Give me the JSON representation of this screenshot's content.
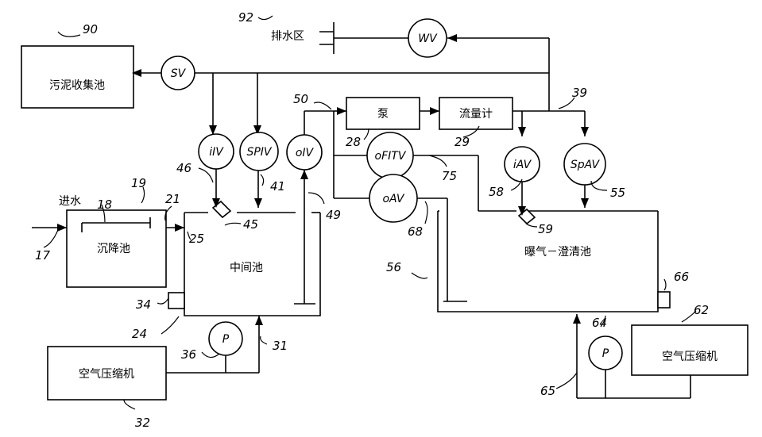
{
  "components": {
    "sludge_tank": "污泥收集池",
    "settling_tank": "沉降池",
    "intermediate_tank": "中间池",
    "aeration_tank": "曝气－澄清池",
    "compressor_left": "空气压缩机",
    "compressor_right": "空气压缩机",
    "pump": "泵",
    "flowmeter": "流量计",
    "inlet": "进水",
    "drain": "排水区"
  },
  "valves": {
    "sv": "SV",
    "wv": "WV",
    "iiv": "iIV",
    "spiv": "SPIV",
    "oiv": "oIV",
    "ofitv": "oFITV",
    "oav": "oAV",
    "iav": "iAV",
    "spav": "SpAV",
    "p_left": "P",
    "p_right": "P"
  },
  "refs": {
    "r90": "90",
    "r92": "92",
    "r50": "50",
    "r39": "39",
    "r19": "19",
    "r18": "18",
    "r21": "21",
    "r17": "17",
    "r25": "25",
    "r45": "45",
    "r46": "46",
    "r41": "41",
    "r49": "49",
    "r28": "28",
    "r29": "29",
    "r75": "75",
    "r68": "68",
    "r58": "58",
    "r55": "55",
    "r59": "59",
    "r56": "56",
    "r66": "66",
    "r34": "34",
    "r24": "24",
    "r36": "36",
    "r31": "31",
    "r32": "32",
    "r64": "64",
    "r62": "62",
    "r65": "65"
  }
}
